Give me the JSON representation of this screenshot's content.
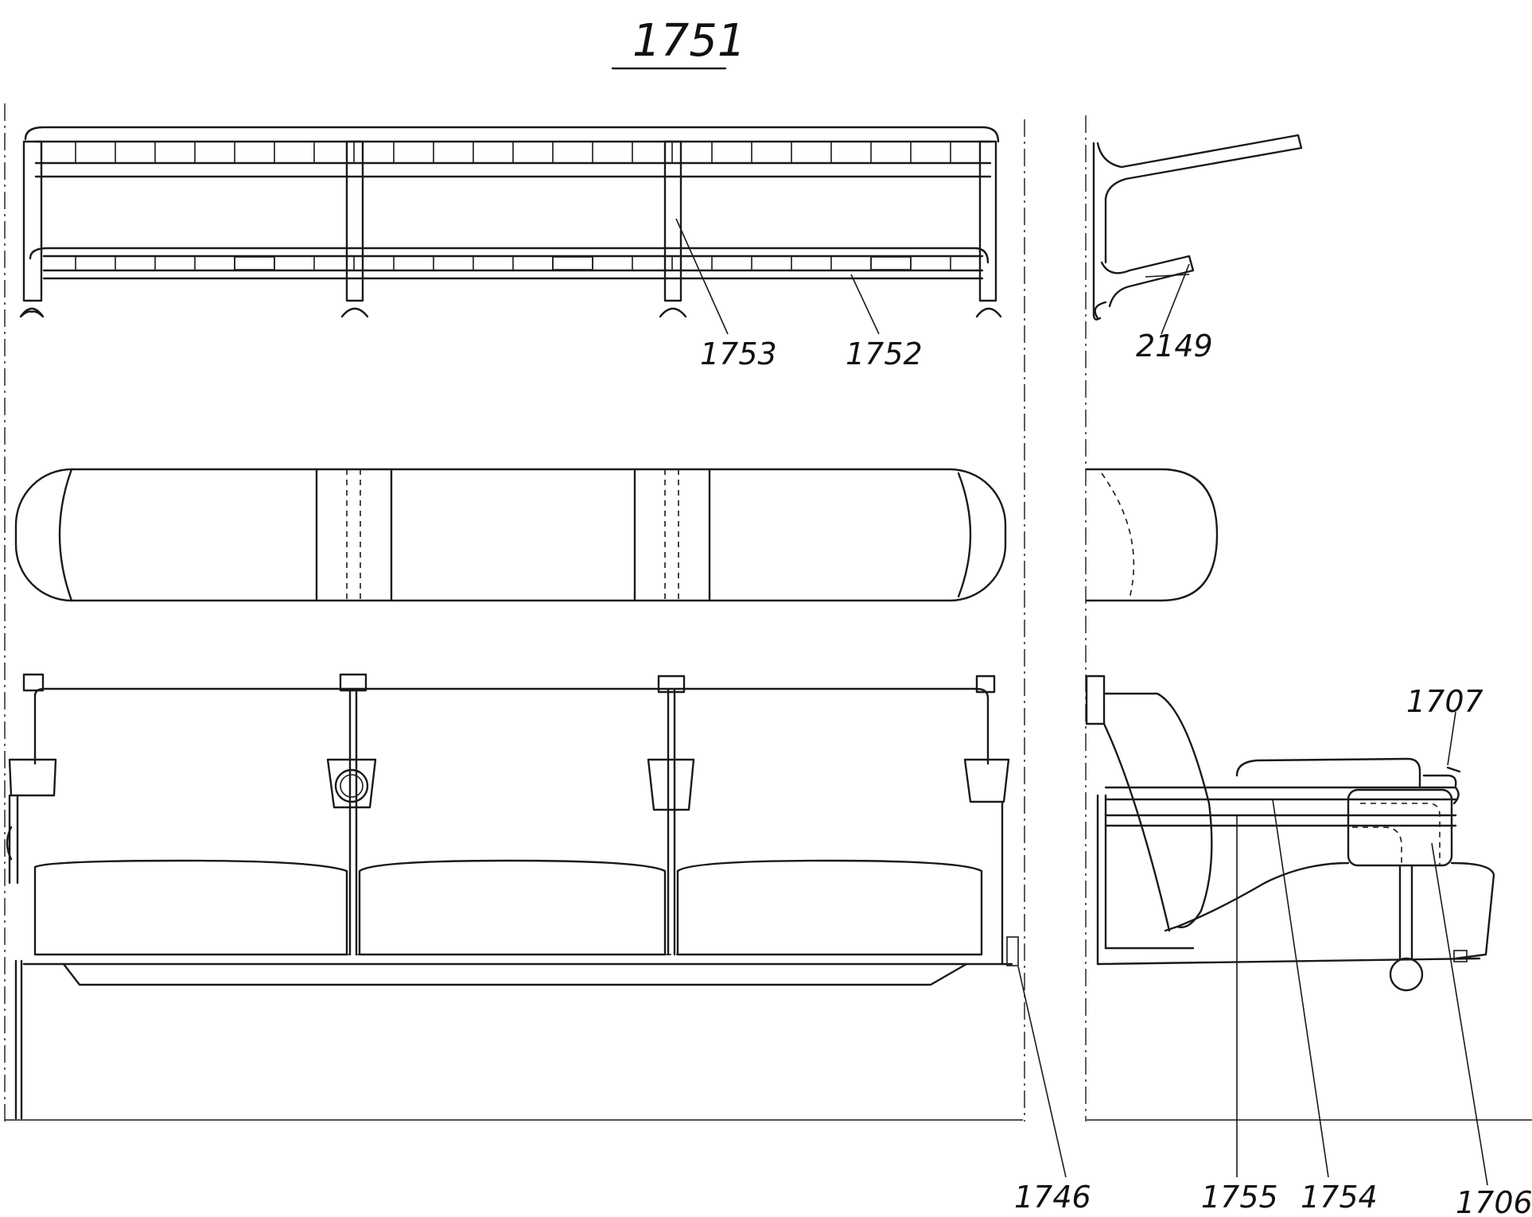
{
  "figure": {
    "title": "1751"
  },
  "callouts": [
    {
      "id": "c1753",
      "text": "1753"
    },
    {
      "id": "c1752",
      "text": "1752"
    },
    {
      "id": "c2149",
      "text": "2149"
    },
    {
      "id": "c1707",
      "text": "1707"
    },
    {
      "id": "c1746",
      "text": "1746"
    },
    {
      "id": "c1755",
      "text": "1755"
    },
    {
      "id": "c1754",
      "text": "1754"
    },
    {
      "id": "c1706",
      "text": "1706"
    }
  ]
}
